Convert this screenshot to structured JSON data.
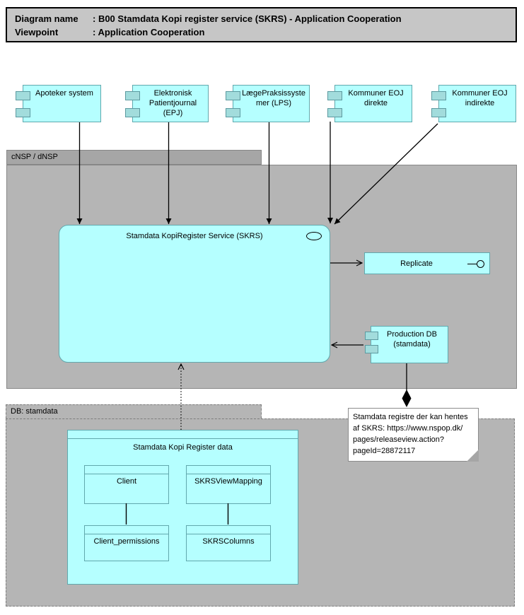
{
  "title": {
    "rows": [
      {
        "label": "Diagram name",
        "value": ": B00 Stamdata Kopi register service (SKRS) - Application Cooperation"
      },
      {
        "label": "Viewpoint",
        "value": ": Application Cooperation"
      }
    ]
  },
  "groups": {
    "cnsp": {
      "label": "cNSP / dNSP"
    },
    "db": {
      "label": "DB: stamdata"
    }
  },
  "components": [
    {
      "label": "Apoteker system"
    },
    {
      "label": "Elektronisk Patientjournal (EPJ)"
    },
    {
      "label": "LægePraksissystemer (LPS)"
    },
    {
      "label": "Kommuner EOJ direkte"
    },
    {
      "label": "Kommuner EOJ indirekte"
    }
  ],
  "service": {
    "label": "Stamdata KopiRegister Service (SKRS)"
  },
  "interface": {
    "label": "Replicate"
  },
  "production_db": {
    "label": "Production DB (stamdata)"
  },
  "note": {
    "lines": [
      "Stamdata registre der kan hentes",
      "af SKRS: https://www.nspop.dk/",
      "pages/releaseview.action?",
      "pageId=28872117"
    ]
  },
  "data_object": {
    "label": "Stamdata Kopi Register data",
    "tables": [
      {
        "label": "Client"
      },
      {
        "label": "SKRSViewMapping"
      },
      {
        "label": "Client_permissions"
      },
      {
        "label": "SKRSColumns"
      }
    ]
  },
  "colors": {
    "element_fill": "#b5ffff",
    "element_border": "#61a8ad",
    "port_fill": "#a2dcdc",
    "group_fill": "#b5b5b5",
    "group_tab_fill": "#a6a6a6",
    "title_fill": "#c6c6c6",
    "note_fill": "#ffffff",
    "connector": "#000000"
  }
}
